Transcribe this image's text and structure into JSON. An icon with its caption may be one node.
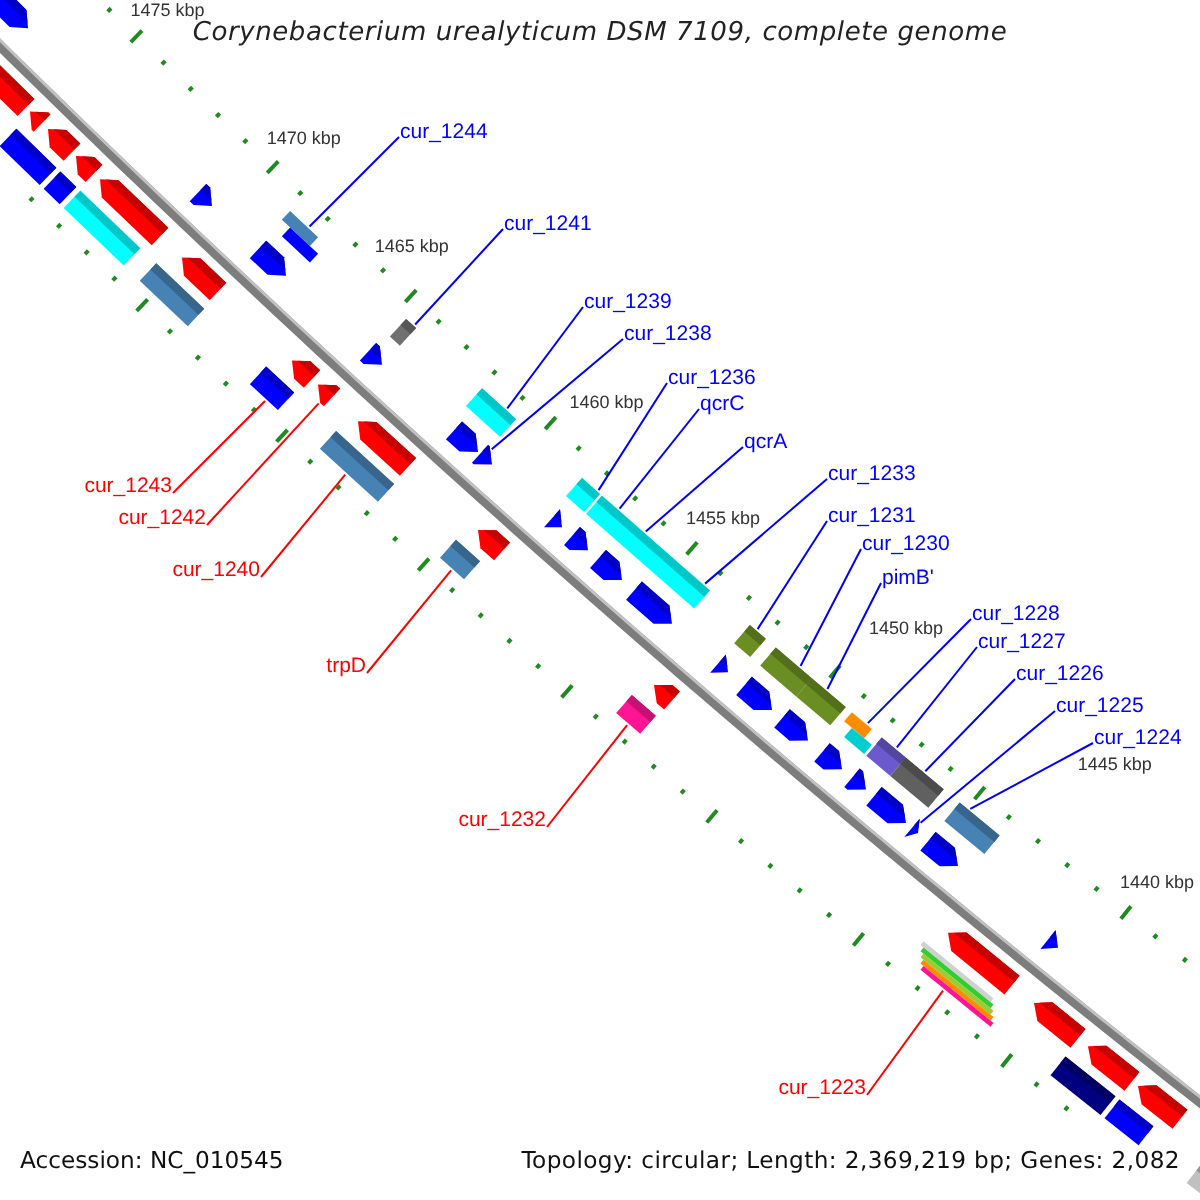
{
  "diagram": {
    "title": "Corynebacterium urealyticum DSM 7109, complete genome",
    "nodes": [
      {
        "text": [
          "cur_1244"
        ]
      },
      {
        "text": [
          "cur_1241"
        ]
      },
      {
        "text": [
          "cur_1239"
        ]
      },
      {
        "text": [
          "cur_1238"
        ]
      },
      {
        "text": [
          "cur_1236"
        ]
      },
      {
        "text": [
          "qcrC"
        ]
      },
      {
        "text": [
          "qcrA"
        ]
      },
      {
        "text": [
          "cur_1233"
        ]
      },
      {
        "text": [
          "cur_1243"
        ]
      },
      {
        "text": [
          "cur_1231"
        ]
      },
      {
        "text": [
          "cur_1242"
        ]
      },
      {
        "text": [
          "cur_1230"
        ]
      },
      {
        "text": [
          "cur_1240"
        ]
      },
      {
        "text": [
          "pimB'"
        ]
      },
      {
        "text": [
          "cur_1228"
        ]
      },
      {
        "text": [
          "cur_1227"
        ]
      },
      {
        "text": [
          "trpD"
        ]
      },
      {
        "text": [
          "cur_1226"
        ]
      },
      {
        "text": [
          "cur_1225"
        ]
      },
      {
        "text": [
          "cur_1224"
        ]
      },
      {
        "text": [
          "cur_1232"
        ]
      },
      {
        "text": [
          "cur_1223"
        ]
      },
      {
        "text": [],
        "shape": "pentagon"
      },
      {
        "text": [],
        "shape": "pentagon"
      },
      {
        "text": [],
        "shape": "bar"
      },
      {
        "text": [],
        "shape": "pentagon"
      },
      {
        "text": [],
        "shape": "pentagon"
      },
      {
        "text": [],
        "shape": "bar"
      },
      {
        "text": [],
        "shape": "bar"
      },
      {
        "text": [],
        "shape": "pentagon"
      },
      {
        "text": [],
        "shape": "pentagon"
      },
      {
        "text": [],
        "shape": "bar"
      },
      {
        "text": [],
        "shape": "pentagon"
      },
      {
        "text": [],
        "shape": "pentagon"
      },
      {
        "text": [],
        "shape": "pentagon"
      },
      {
        "text": [],
        "shape": "bar"
      },
      {
        "text": [],
        "shape": "bar"
      },
      {
        "text": [],
        "shape": "pentagon"
      },
      {
        "text": [],
        "shape": "pentagon"
      },
      {
        "text": [],
        "shape": "bar"
      },
      {
        "text": [],
        "shape": "pentagon"
      },
      {
        "text": [],
        "shape": "pentagon"
      },
      {
        "text": [],
        "shape": "bar"
      },
      {
        "text": [],
        "shape": "bar"
      },
      {
        "text": [],
        "shape": "pentagon"
      },
      {
        "text": [],
        "shape": "bar"
      },
      {
        "text": [],
        "shape": "pentagon"
      },
      {
        "text": [],
        "shape": "pentagon"
      },
      {
        "text": [],
        "shape": "pentagon"
      },
      {
        "text": [],
        "shape": "pentagon"
      },
      {
        "text": [],
        "shape": "bar"
      },
      {
        "text": [],
        "shape": "bar"
      },
      {
        "text": [],
        "shape": "pentagon"
      },
      {
        "text": [],
        "shape": "bar"
      },
      {
        "text": [],
        "shape": "pentagon"
      },
      {
        "text": [],
        "shape": "pentagon"
      },
      {
        "text": [],
        "shape": "pentagon"
      },
      {
        "text": [],
        "shape": "bar"
      },
      {
        "text": [],
        "shape": "pentagon"
      },
      {
        "text": [],
        "shape": "bar"
      },
      {
        "text": [],
        "shape": "pentagon"
      },
      {
        "text": [],
        "shape": "bar"
      },
      {
        "text": [],
        "shape": "pentagon"
      },
      {
        "text": [],
        "shape": "bar"
      },
      {
        "text": [],
        "shape": "pentagon"
      },
      {
        "text": [],
        "shape": "bar"
      },
      {
        "text": [],
        "shape": "pentagon"
      },
      {
        "text": [],
        "shape": "bar"
      },
      {
        "text": [],
        "shape": "pentagon"
      },
      {
        "text": [],
        "shape": "bar"
      },
      {
        "text": [],
        "shape": "pentagon"
      },
      {
        "text": [],
        "shape": "pentagon"
      },
      {
        "text": [],
        "shape": "bar"
      },
      {
        "text": [],
        "shape": "pentagon"
      },
      {
        "text": [],
        "shape": "pentagon"
      },
      {
        "text": [],
        "shape": "bar"
      },
      {
        "text": [],
        "shape": "pentagon"
      },
      {
        "text": [],
        "shape": "bar"
      },
      {
        "text": [],
        "shape": "pentagon"
      },
      {
        "text": [],
        "shape": "bar"
      }
    ],
    "edges": [
      {
        "from": 0,
        "to": 36,
        "arrow": "none"
      },
      {
        "from": 1,
        "to": 42,
        "arrow": "none"
      },
      {
        "from": 2,
        "to": 45,
        "arrow": "none"
      },
      {
        "from": 3,
        "to": 47,
        "arrow": "none"
      },
      {
        "from": 4,
        "to": 50,
        "arrow": "none"
      },
      {
        "from": 5,
        "to": 51,
        "arrow": "none"
      },
      {
        "from": 6,
        "to": 51,
        "arrow": "none"
      },
      {
        "from": 7,
        "to": 51,
        "arrow": "none"
      },
      {
        "from": 8,
        "to": 35,
        "arrow": "none",
        "color": "#ff0000"
      },
      {
        "from": 9,
        "to": 57,
        "arrow": "none"
      },
      {
        "from": 10,
        "to": 38,
        "arrow": "none",
        "color": "#ff0000"
      },
      {
        "from": 11,
        "to": 59,
        "arrow": "none"
      },
      {
        "from": 12,
        "to": 39,
        "arrow": "none",
        "color": "#ff0000"
      },
      {
        "from": 13,
        "to": 61,
        "arrow": "none"
      },
      {
        "from": 14,
        "to": 63,
        "arrow": "none"
      },
      {
        "from": 15,
        "to": 65,
        "arrow": "none"
      },
      {
        "from": 16,
        "to": 43,
        "arrow": "none",
        "color": "#ff0000"
      },
      {
        "from": 17,
        "to": 67,
        "arrow": "none"
      },
      {
        "from": 18,
        "to": 68,
        "arrow": "none"
      },
      {
        "from": 19,
        "to": 72,
        "arrow": "none"
      },
      {
        "from": 20,
        "to": 53,
        "arrow": "none",
        "color": "#ff0000"
      },
      {
        "from": 21,
        "to": 69,
        "arrow": "none",
        "color": "#ff0000"
      }
    ],
    "labels": [
      "1475 kbp",
      "1470 kbp",
      "1465 kbp",
      "1460 kbp",
      "1455 kbp",
      "1450 kbp",
      "1445 kbp",
      "1440 kbp",
      "Accession: NC_010545",
      "Topology: circular; Length: 2,369,219 bp; Genes: 2,082"
    ]
  }
}
